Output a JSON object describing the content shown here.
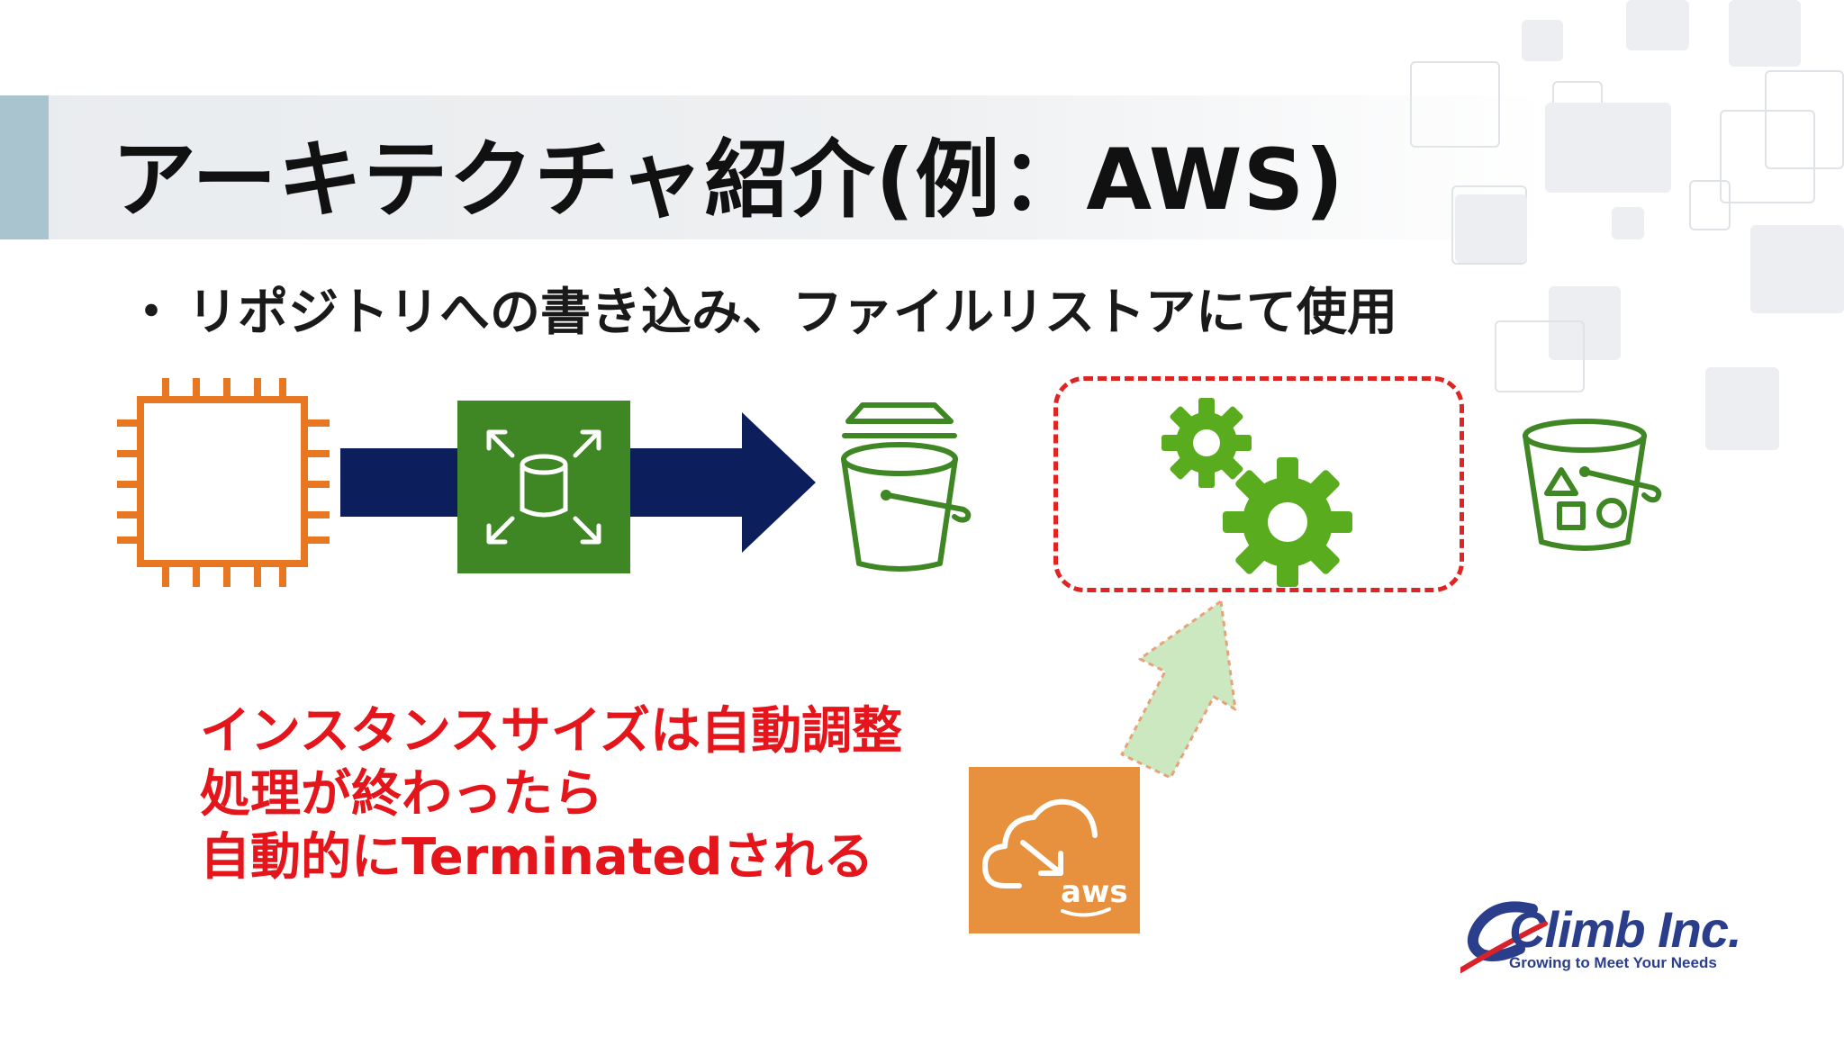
{
  "title": "アーキテクチャ紹介(例：AWS)",
  "bullet": {
    "marker": "・",
    "text": "リポジトリへの書き込み、ファイルリストアにて使用"
  },
  "note_lines": [
    "インスタンスサイズは自動調整",
    "処理が終わったら",
    "自動的にTerminatedされる"
  ],
  "autoscale_icon_text": "aws",
  "logo": {
    "name": "Climb Inc.",
    "tagline": "Growing to Meet Your Needs"
  },
  "icons": [
    "ec2-instance-icon",
    "ebs-elastic-volume-icon",
    "s3-glacier-bucket-icon",
    "processing-gears-icon",
    "s3-bucket-objects-icon",
    "aws-auto-scaling-cloud-icon"
  ],
  "colors": {
    "ec2_orange": "#e87722",
    "storage_green": "#3f8624",
    "gear_green": "#5aac1f",
    "arrow_navy": "#0c1f5c",
    "dashed_red": "#e02424",
    "note_red": "#e4151b",
    "hint_arrow": "#cce8c0",
    "autoscale_orange": "#e7913e",
    "logo_blue": "#2a3e8c",
    "title_accent": "#a9c3cf"
  }
}
